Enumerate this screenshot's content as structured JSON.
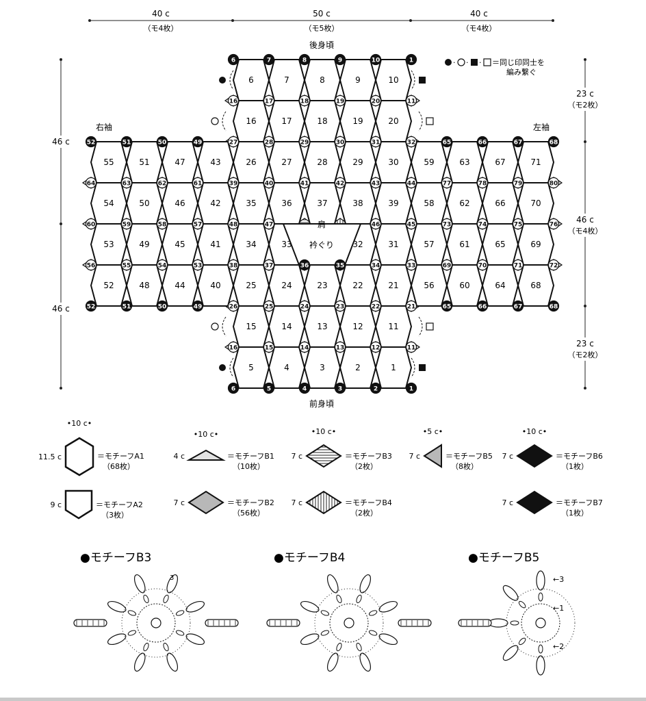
{
  "dimensions": {
    "top": [
      {
        "value": "40 c",
        "count": "（モ4枚）"
      },
      {
        "value": "50 c",
        "count": "（モ5枚）"
      },
      {
        "value": "40 c",
        "count": "（モ4枚）"
      }
    ],
    "left_upper": "46 c",
    "left_lower": "46 c",
    "right_upper": {
      "value": "23 c",
      "count": "（モ2枚）"
    },
    "right_middle": {
      "value": "46 c",
      "count": "（モ4枚）"
    },
    "right_lower": {
      "value": "23 c",
      "count": "（モ2枚）"
    }
  },
  "labels": {
    "back_body": "後身頃",
    "front_body": "前身頃",
    "right_sleeve": "右袖",
    "left_sleeve": "左袖",
    "shoulder": "肩",
    "neckline": "衿ぐり",
    "join_note_line1": "＝同じ印同士を",
    "join_note_line2": "編み繋ぐ"
  },
  "hex_rows": [
    [
      "6",
      "7",
      "8",
      "9",
      "10"
    ],
    [
      "16",
      "17",
      "18",
      "19",
      "20"
    ],
    [
      "55",
      "51",
      "47",
      "43",
      "26",
      "27",
      "28",
      "29",
      "30",
      "59",
      "63",
      "67",
      "71"
    ],
    [
      "54",
      "50",
      "46",
      "42",
      "35",
      "36",
      "37",
      "38",
      "39",
      "58",
      "62",
      "66",
      "70"
    ],
    [
      "53",
      "49",
      "45",
      "41",
      "34",
      "33",
      "",
      "32",
      "31",
      "57",
      "61",
      "65",
      "69"
    ],
    [
      "52",
      "48",
      "44",
      "40",
      "25",
      "24",
      "23",
      "22",
      "21",
      "56",
      "60",
      "64",
      "68"
    ],
    [
      "15",
      "14",
      "13",
      "12",
      "11"
    ],
    [
      "5",
      "4",
      "3",
      "2",
      "1"
    ]
  ],
  "join_rows": [
    {
      "fill": [
        "d",
        "d",
        "d",
        "d",
        "d",
        "d"
      ],
      "labels": [
        "6",
        "7",
        "8",
        "9",
        "10",
        "1"
      ],
      "type": "circle"
    },
    {
      "fill": [
        "t",
        "g",
        "g",
        "g",
        "g",
        "t"
      ],
      "labels": [
        "16",
        "17",
        "18",
        "19",
        "20",
        "11"
      ],
      "type": "circle"
    },
    {
      "fill": [
        "d",
        "d",
        "d",
        "d",
        "t",
        "g",
        "g",
        "g",
        "g",
        "t",
        "d",
        "d",
        "d",
        "d"
      ],
      "labels": [
        "52",
        "51",
        "50",
        "49",
        "27",
        "28",
        "29",
        "30",
        "31",
        "32",
        "65",
        "66",
        "67",
        "68"
      ],
      "type": "circle"
    },
    {
      "fill": [
        "t",
        "g",
        "g",
        "g",
        "g",
        "g",
        "g",
        "g",
        "g",
        "g",
        "g",
        "g",
        "g",
        "t"
      ],
      "labels": [
        "64",
        "63",
        "62",
        "61",
        "39",
        "40",
        "41",
        "42",
        "43",
        "44",
        "77",
        "78",
        "79",
        "80"
      ],
      "type": "circle"
    },
    {
      "fill": [
        "t",
        "g",
        "g",
        "g",
        "g",
        "g",
        "h",
        "v",
        "g",
        "g",
        "g",
        "g",
        "g",
        "t"
      ],
      "labels": [
        "60",
        "59",
        "58",
        "57",
        "48",
        "47",
        "",
        "",
        "46",
        "45",
        "73",
        "74",
        "75",
        "76"
      ],
      "type": "circle"
    },
    {
      "fill": [
        "t",
        "g",
        "g",
        "g",
        "g",
        "g",
        "b",
        "b",
        "g",
        "g",
        "g",
        "g",
        "g",
        "t"
      ],
      "labels": [
        "56",
        "55",
        "54",
        "53",
        "38",
        "37",
        "36",
        "35",
        "34",
        "33",
        "69",
        "70",
        "71",
        "72"
      ],
      "type": "circle"
    },
    {
      "fill": [
        "d",
        "d",
        "d",
        "d",
        "t",
        "g",
        "g",
        "g",
        "g",
        "t",
        "d",
        "d",
        "d",
        "d"
      ],
      "labels": [
        "52",
        "51",
        "50",
        "49",
        "26",
        "25",
        "24",
        "23",
        "22",
        "21",
        "65",
        "66",
        "67",
        "68"
      ],
      "type": "circle"
    },
    {
      "fill": [
        "t",
        "g",
        "g",
        "g",
        "g",
        "t"
      ],
      "labels": [
        "16",
        "15",
        "14",
        "13",
        "12",
        "11"
      ],
      "type": "circle"
    },
    {
      "fill": [
        "d",
        "d",
        "d",
        "d",
        "d",
        "d"
      ],
      "labels": [
        "6",
        "5",
        "4",
        "3",
        "2",
        "1"
      ],
      "type": "circle"
    }
  ],
  "legend": [
    {
      "shape": "hex",
      "width": "10 c",
      "height": "11.5 c",
      "name": "＝モチーフA1",
      "count": "（68枚）"
    },
    {
      "shape": "pentagon",
      "width": "",
      "height": "9 c",
      "name": "＝モチーフA2",
      "count": "（3枚）"
    },
    {
      "shape": "tri-open",
      "width": "10 c",
      "height": "4 c",
      "name": "＝モチーフB1",
      "count": "（10枚）"
    },
    {
      "shape": "dia-gray",
      "width": "",
      "height": "7 c",
      "name": "＝モチーフB2",
      "count": "（56枚）"
    },
    {
      "shape": "dia-hstripe",
      "width": "10 c",
      "height": "7 c",
      "name": "＝モチーフB3",
      "count": "（2枚）"
    },
    {
      "shape": "dia-vstripe",
      "width": "",
      "height": "7 c",
      "name": "＝モチーフB4",
      "count": "（2枚）"
    },
    {
      "shape": "tri-gray",
      "width": "5 c",
      "height": "7 c",
      "name": "＝モチーフB5",
      "count": "（8枚）"
    },
    {
      "shape": "dia-black",
      "width": "10 c",
      "height": "7 c",
      "name": "＝モチーフB6",
      "count": "（1枚）"
    },
    {
      "shape": "dia-black",
      "width": "",
      "height": "7 c",
      "name": "＝モチーフB7",
      "count": "（1枚）"
    }
  ],
  "charts": [
    {
      "title": "●モチーフB3",
      "marks": [
        "3"
      ]
    },
    {
      "title": "●モチーフB4",
      "marks": []
    },
    {
      "title": "●モチーフB5",
      "marks": [
        "←3",
        "←1",
        "←2"
      ]
    }
  ],
  "colors": {
    "ink": "#111111",
    "gray": "#b8b8b8",
    "light": "#e2e2e2"
  }
}
